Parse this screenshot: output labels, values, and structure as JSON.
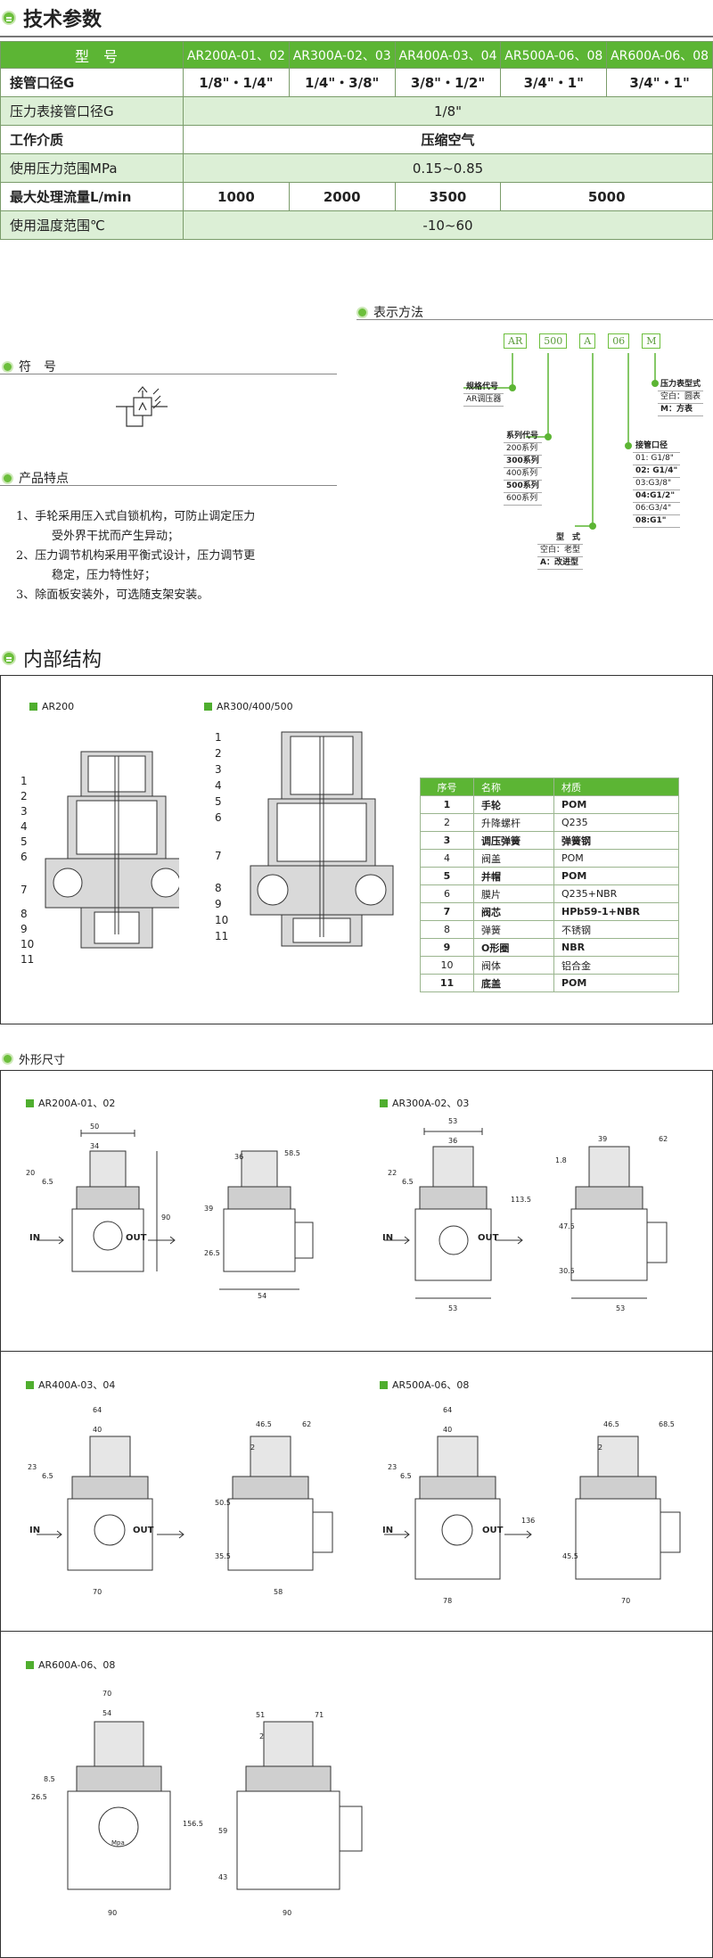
{
  "spec_section": {
    "title": "技术参数",
    "header": [
      "型　号",
      "AR200A-01、02",
      "AR300A-02、03",
      "AR400A-03、04",
      "AR500A-06、08",
      "AR600A-06、08"
    ],
    "rows": [
      {
        "label": "接管口径G",
        "values": [
          "1/8\"・1/4\"",
          "1/4\"・3/8\"",
          "3/8\"・1/2\"",
          "3/4\"・1\"",
          "3/4\"・1\""
        ]
      },
      {
        "label": "压力表接管口径G",
        "value": "1/8\""
      },
      {
        "label": "工作介质",
        "value": "压缩空气"
      },
      {
        "label": "使用压力范围MPa",
        "value": "0.15~0.85"
      },
      {
        "label": "最大处理流量L/min",
        "values": [
          "1000",
          "2000",
          "3500",
          "5000"
        ]
      },
      {
        "label": "使用温度范围℃",
        "value": "-10~60"
      }
    ]
  },
  "notation": {
    "title": "表示方法",
    "codes": [
      "AR",
      "500",
      "A",
      "06",
      "M"
    ],
    "spec_code": {
      "title": "规格代号",
      "items": [
        "AR调压器"
      ]
    },
    "series_code": {
      "title": "系列代号",
      "items": [
        "200系列",
        "300系列",
        "400系列",
        "500系列",
        "600系列"
      ]
    },
    "type": {
      "title": "型　式",
      "items": [
        "空白：老型",
        "A：改进型"
      ]
    },
    "port": {
      "title": "接管口径",
      "items": [
        "01: G1/8\"",
        "02: G1/4\"",
        "03:G3/8\"",
        "04:G1/2\"",
        "06:G3/4\"",
        "08:G1\""
      ]
    },
    "gauge": {
      "title": "压力表型式",
      "items": [
        "空白：圆表",
        "M：方表"
      ]
    }
  },
  "symbol": {
    "title": "符　号"
  },
  "features": {
    "title": "产品特点",
    "items": [
      "1、手轮采用压入式自锁机构，可防止调定压力",
      "受外界干扰而产生异动；",
      "2、压力调节机构采用平衡式设计，压力调节更",
      "稳定，压力特性好；",
      "3、除面板安装外，可选随支架安装。"
    ]
  },
  "internal": {
    "title": "内部结构",
    "model_a": "AR200",
    "model_b": "AR300/400/500",
    "callouts": [
      "1",
      "2",
      "3",
      "4",
      "5",
      "6",
      "7",
      "8",
      "9",
      "10",
      "11"
    ],
    "parts_header": [
      "序号",
      "名称",
      "材质"
    ],
    "parts": [
      [
        "1",
        "手轮",
        "POM"
      ],
      [
        "2",
        "升降螺杆",
        "Q235"
      ],
      [
        "3",
        "调压弹簧",
        "弹簧钢"
      ],
      [
        "4",
        "阀盖",
        "POM"
      ],
      [
        "5",
        "并帽",
        "POM"
      ],
      [
        "6",
        "膜片",
        "Q235+NBR"
      ],
      [
        "7",
        "阀芯",
        "HPb59-1+NBR"
      ],
      [
        "8",
        "弹簧",
        "不锈钢"
      ],
      [
        "9",
        "O形圈",
        "NBR"
      ],
      [
        "10",
        "阀体",
        "铝合金"
      ],
      [
        "11",
        "底盖",
        "POM"
      ]
    ]
  },
  "dimensions": {
    "title": "外形尺寸",
    "in_label": "IN",
    "out_label": "OUT",
    "gauge_unit": "Mpa",
    "models": [
      {
        "name": "AR200A-01、02",
        "front": [
          "50",
          "34",
          "20",
          "6.5",
          "90"
        ],
        "side": [
          "36",
          "58.5",
          "39",
          "26.5",
          "54"
        ]
      },
      {
        "name": "AR300A-02、03",
        "front": [
          "53",
          "36",
          "22",
          "6.5",
          "113.5",
          "53"
        ],
        "side": [
          "39",
          "62",
          "1.8",
          "47.5",
          "30.5",
          "53"
        ]
      },
      {
        "name": "AR400A-03、04",
        "front": [
          "64",
          "40",
          "23",
          "6.5",
          "70"
        ],
        "side": [
          "46.5",
          "62",
          "2",
          "50.5",
          "35.5",
          "58"
        ]
      },
      {
        "name": "AR500A-06、08",
        "front": [
          "64",
          "40",
          "23",
          "6.5",
          "136",
          "78"
        ],
        "side": [
          "46.5",
          "68.5",
          "2",
          "45.5",
          "70"
        ]
      },
      {
        "name": "AR600A-06、08",
        "front": [
          "70",
          "54",
          "26.5",
          "8.5",
          "156.5",
          "90"
        ],
        "side": [
          "51",
          "71",
          "2",
          "59",
          "43",
          "90"
        ]
      }
    ]
  }
}
